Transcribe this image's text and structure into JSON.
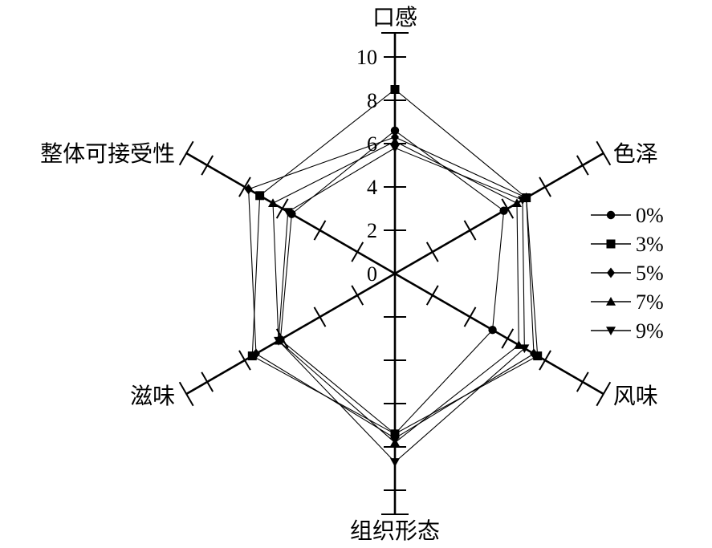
{
  "chart_data": {
    "type": "radar",
    "axes": [
      "口感",
      "色泽",
      "风味",
      "组织形态",
      "滋味",
      "整体可接受性"
    ],
    "r_ticks": [
      "0",
      "2",
      "4",
      "6",
      "8",
      "10"
    ],
    "rlim": [
      0,
      10
    ],
    "legend_position": "right",
    "series": [
      {
        "name": "0%",
        "marker": "circle",
        "values": [
          6.6,
          5.8,
          5.2,
          7.4,
          6.1,
          5.5
        ]
      },
      {
        "name": "3%",
        "marker": "square",
        "values": [
          8.5,
          7.0,
          7.6,
          7.4,
          7.6,
          7.2
        ]
      },
      {
        "name": "5%",
        "marker": "diamond",
        "values": [
          6.3,
          7.0,
          7.4,
          7.6,
          7.4,
          7.8
        ]
      },
      {
        "name": "7%",
        "marker": "triangle-up",
        "values": [
          6.1,
          6.5,
          6.6,
          7.8,
          6.2,
          6.5
        ]
      },
      {
        "name": "9%",
        "marker": "triangle-down",
        "values": [
          5.8,
          6.8,
          6.9,
          8.7,
          6.2,
          5.7
        ]
      }
    ]
  }
}
